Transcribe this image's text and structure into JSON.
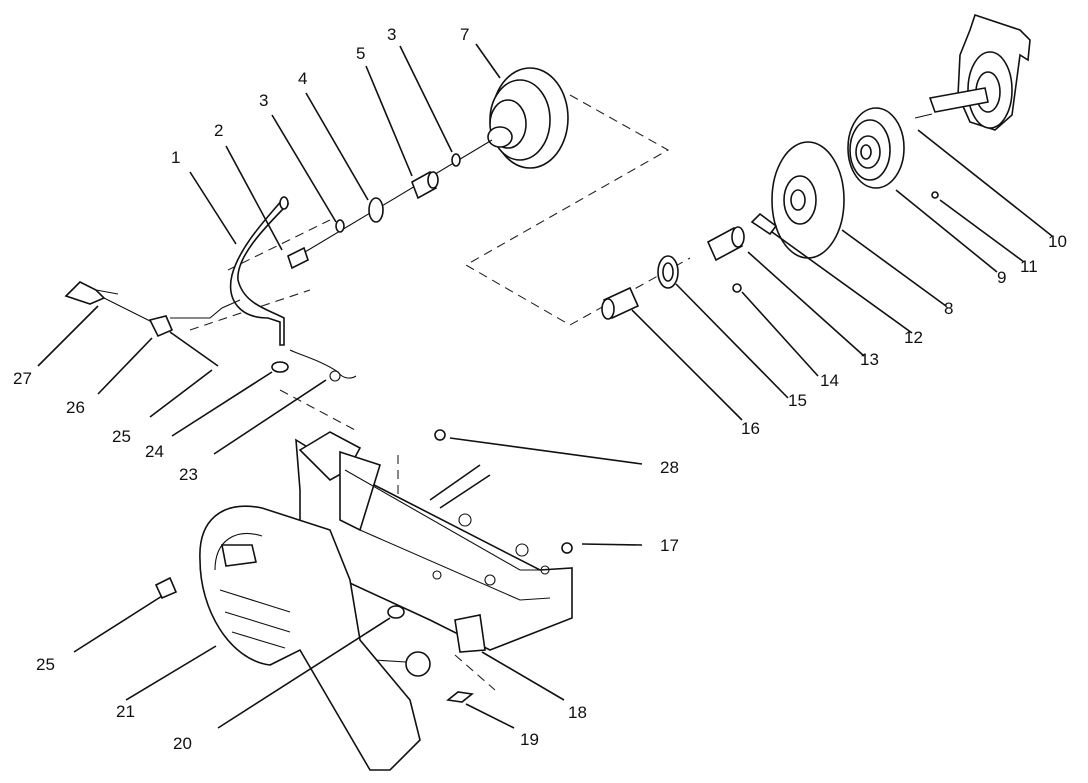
{
  "callouts": [
    {
      "id": "c1",
      "text": "1"
    },
    {
      "id": "c2",
      "text": "2"
    },
    {
      "id": "c3a",
      "text": "3"
    },
    {
      "id": "c3b",
      "text": "3"
    },
    {
      "id": "c4",
      "text": "4"
    },
    {
      "id": "c5",
      "text": "5"
    },
    {
      "id": "c7",
      "text": "7"
    },
    {
      "id": "c8",
      "text": "8"
    },
    {
      "id": "c9",
      "text": "9"
    },
    {
      "id": "c10",
      "text": "10"
    },
    {
      "id": "c11",
      "text": "11"
    },
    {
      "id": "c12",
      "text": "12"
    },
    {
      "id": "c13",
      "text": "13"
    },
    {
      "id": "c14",
      "text": "14"
    },
    {
      "id": "c15",
      "text": "15"
    },
    {
      "id": "c16",
      "text": "16"
    },
    {
      "id": "c17",
      "text": "17"
    },
    {
      "id": "c18",
      "text": "18"
    },
    {
      "id": "c19",
      "text": "19"
    },
    {
      "id": "c20",
      "text": "20"
    },
    {
      "id": "c21",
      "text": "21"
    },
    {
      "id": "c23",
      "text": "23"
    },
    {
      "id": "c24",
      "text": "24"
    },
    {
      "id": "c25a",
      "text": "25"
    },
    {
      "id": "c25b",
      "text": "25"
    },
    {
      "id": "c26",
      "text": "26"
    },
    {
      "id": "c27",
      "text": "27"
    },
    {
      "id": "c28",
      "text": "28"
    }
  ]
}
